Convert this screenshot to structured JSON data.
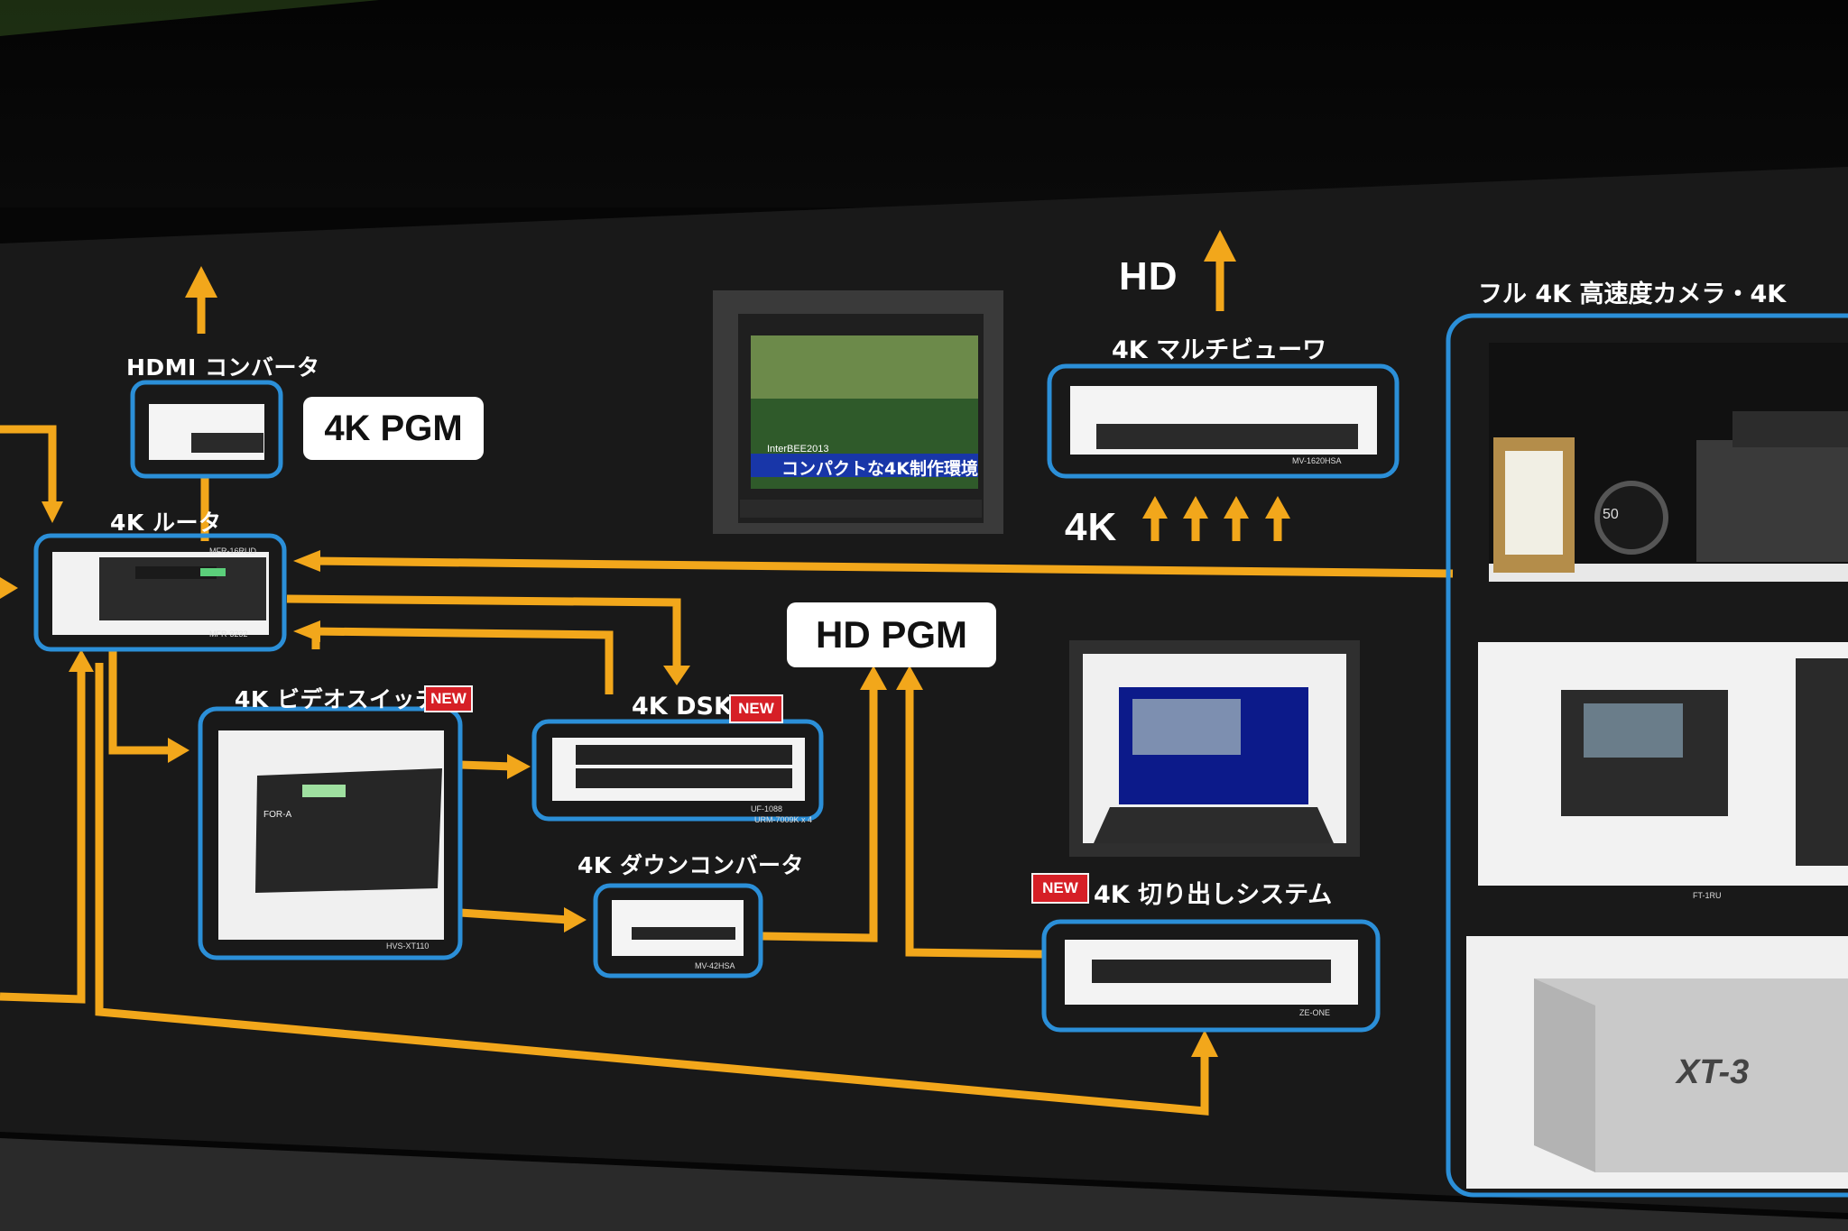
{
  "labels": {
    "hdmi_converter": "HDMI コンバータ",
    "pgm_4k": "4K PGM",
    "router_4k": "4K ルータ",
    "switcher_4k": "4K ビデオスイッチャ",
    "dsk_4k": "4K DSK",
    "hd_pgm": "HD PGM",
    "down_converter_4k": "4K ダウンコンバータ",
    "multiviewer_4k": "4K マルチビューワ",
    "hd_out": "HD",
    "in_4k": "4K",
    "crop_system_4k": "4K 切り出しシステム",
    "camera_header": "フル 4K 高速度カメラ・4K"
  },
  "badges": {
    "new": "NEW"
  },
  "monitor": {
    "caption": "コンパクトな4K制作環境",
    "event": "InterBEE2013"
  },
  "models": {
    "router": "MFR-3232",
    "router_card": "MFR-16RUD",
    "switcher": "HVS-XT110",
    "dsk": "UF-1088",
    "dsk2": "URM-7009K x 4",
    "down_converter": "MV-42HSA",
    "multiviewer": "MV-1620HSA",
    "crop_system": "ZE-ONE",
    "camera_ctrl": "FT-1RU",
    "server_logo": "XT-3",
    "brand": "FOR-A",
    "lens_mark": "50"
  },
  "colors": {
    "flow_arrow": "#f2a71b",
    "box_border": "#2b8fd8",
    "badge": "#d61f26"
  }
}
